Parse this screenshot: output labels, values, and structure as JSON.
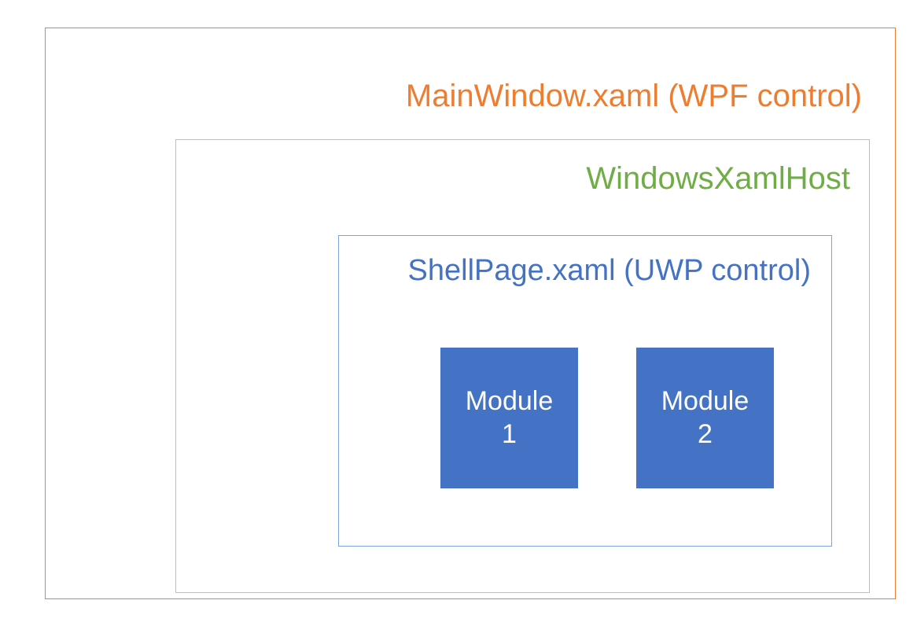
{
  "diagram": {
    "type": "nested-containers",
    "background": "#FFFFFF",
    "outer": {
      "label": "MainWindow.xaml (WPF control)",
      "border_color": "#ED7D31",
      "text_color": "#ED7D31"
    },
    "middle": {
      "label": "WindowsXamlHost",
      "border_color": "#A9D18E",
      "text_color": "#70AD47"
    },
    "inner": {
      "label": "ShellPage.xaml (UWP control)",
      "border_color": "#7BA7DB",
      "text_color": "#4472C4"
    },
    "modules": [
      {
        "label": "Module\n1",
        "line1": "Module",
        "line2": "1",
        "fill_color": "#4472C4",
        "text_color": "#FFFFFF"
      },
      {
        "label": "Module\n2",
        "line1": "Module",
        "line2": "2",
        "fill_color": "#4472C4",
        "text_color": "#FFFFFF"
      }
    ]
  }
}
